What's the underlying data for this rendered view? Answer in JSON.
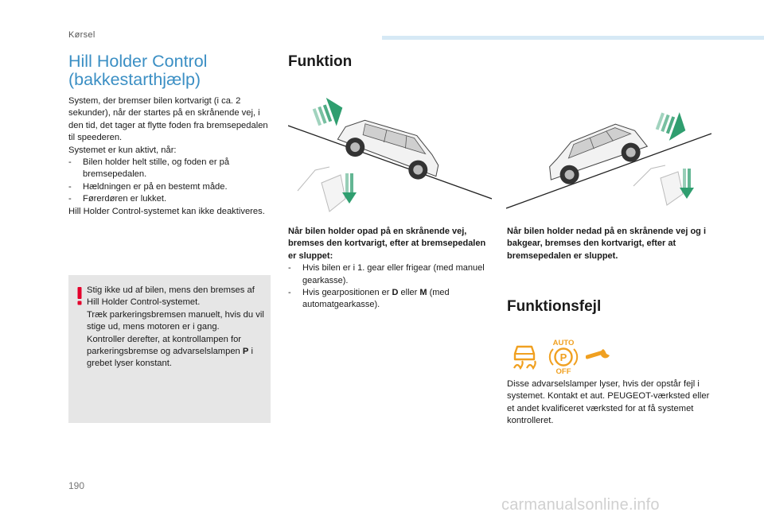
{
  "header": {
    "section": "Kørsel"
  },
  "title": {
    "line1": "Hill Holder Control",
    "line2": "(bakkestarthjælp)"
  },
  "intro": {
    "p1": "System, der bremser bilen kortvarigt (i ca. 2 sekunder), når der startes på en skrånende vej, i den tid, det tager at flytte foden fra bremsepedalen til speederen.",
    "p2": "Systemet er kun aktivt, når:",
    "items": [
      "Bilen holder helt stille, og foden er på bremsepedalen.",
      "Hældningen er på en bestemt måde.",
      "Førerdøren er lukket."
    ],
    "p3": "Hill Holder Control-systemet kan ikke deaktiveres."
  },
  "warning": {
    "l1": "Stig ikke ud af bilen, mens den bremses af Hill Holder Control-systemet.",
    "l2": "Træk parkeringsbremsen manuelt, hvis du vil stige ud, mens motoren er i gang.",
    "l3_pre": "Kontroller derefter, at kontrollampen for parkeringsbremse og advarselslampen ",
    "l3_bold": "P",
    "l3_post": " i grebet lyser konstant."
  },
  "funktion": {
    "heading": "Funktion",
    "uphill": {
      "lead": "Når bilen holder opad på en skrånende vej, bremses den kortvarigt, efter at bremsepedalen er sluppet:",
      "item1": "Hvis bilen er i 1. gear eller frigear (med manuel gearkasse).",
      "item2_pre": "Hvis gearpositionen er ",
      "item2_d": "D",
      "item2_mid": " eller ",
      "item2_m": "M",
      "item2_post": " (med automatgearkasse)."
    },
    "downhill": {
      "lead": "Når bilen holder nedad på en skrånende vej og i bakgear, bremses den kortvarigt, efter at bremsepedalen er sluppet."
    }
  },
  "fejl": {
    "heading": "Funktionsfejl",
    "lamp_auto": "AUTO",
    "lamp_p": "P",
    "lamp_off": "OFF",
    "text": "Disse advarselslamper lyser, hvis der opstår fejl i systemet. Kontakt et aut. PEUGEOT-værksted eller et andet kvalificeret værksted for at få systemet kontrolleret."
  },
  "colors": {
    "title_blue": "#3b8fc4",
    "lamp_orange": "#f0a020",
    "warn_red": "#e4002b",
    "arrow_green": "#2f9e6f"
  },
  "footer": {
    "page_number": "190",
    "watermark": "carmanualsonline.info"
  }
}
